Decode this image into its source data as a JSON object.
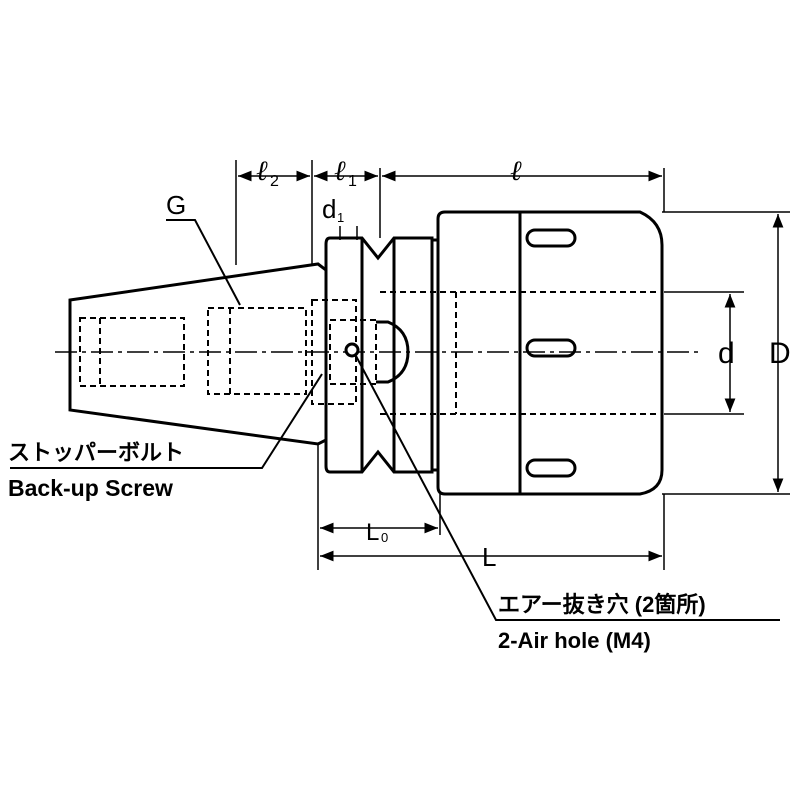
{
  "dimensions": {
    "l2": {
      "symbol": "ℓ",
      "sub": "2"
    },
    "l1": {
      "symbol": "ℓ",
      "sub": "1"
    },
    "l": {
      "symbol": "ℓ"
    },
    "d1": {
      "symbol": "d",
      "sub": "1"
    },
    "G": "G",
    "d": "d",
    "D": "D",
    "L0": {
      "symbol": "L",
      "sub": "0"
    },
    "L": "L"
  },
  "labels": {
    "stopper_bolt_jp": "ストッパーボルト",
    "backup_screw": "Back-up Screw",
    "air_hole_jp": "エアー抜き穴 (2箇所)",
    "air_hole_en": "2-Air  hole (M4)"
  }
}
